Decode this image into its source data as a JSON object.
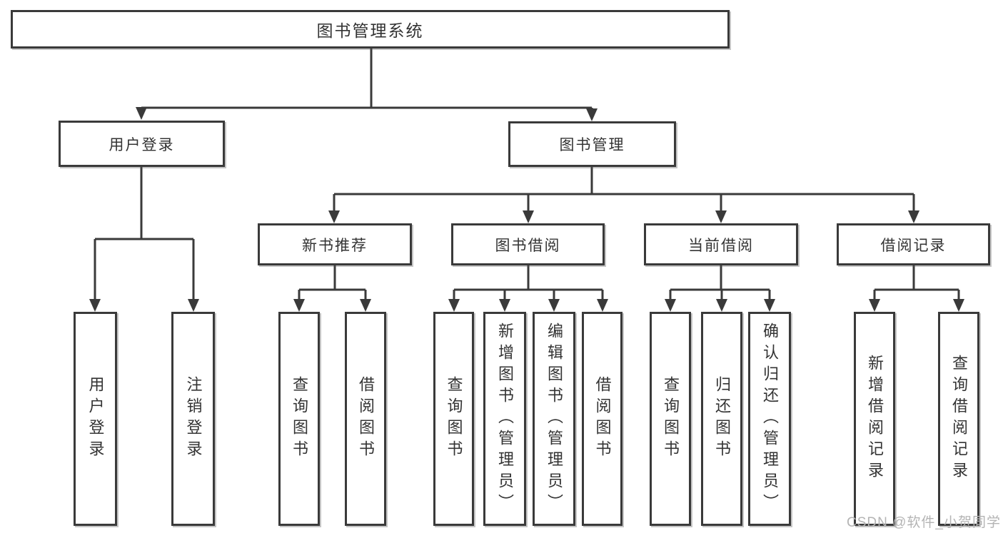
{
  "tree": {
    "root": "图书管理系统",
    "level2": [
      "用户登录",
      "图书管理"
    ],
    "level3": [
      "新书推荐",
      "图书借阅",
      "当前借阅",
      "借阅记录"
    ],
    "leaves": {
      "user_login": [
        "用户登录",
        "注销登录"
      ],
      "new_book": [
        "查询图书",
        "借阅图书"
      ],
      "book_borrow": [
        "查询图书",
        "新增图书（管理员）",
        "编辑图书（管理员）",
        "借阅图书"
      ],
      "current_borrow": [
        "查询图书",
        "归还图书",
        "确认归还（管理员）"
      ],
      "borrow_records": [
        "新增借阅记录",
        "查询借阅记录"
      ]
    }
  },
  "watermark": "CSDN @软件_小贺同学",
  "colors": {
    "line": "#3a3a3a",
    "text": "#333333",
    "background": "#ffffff",
    "watermark": "#b4b4b4"
  }
}
